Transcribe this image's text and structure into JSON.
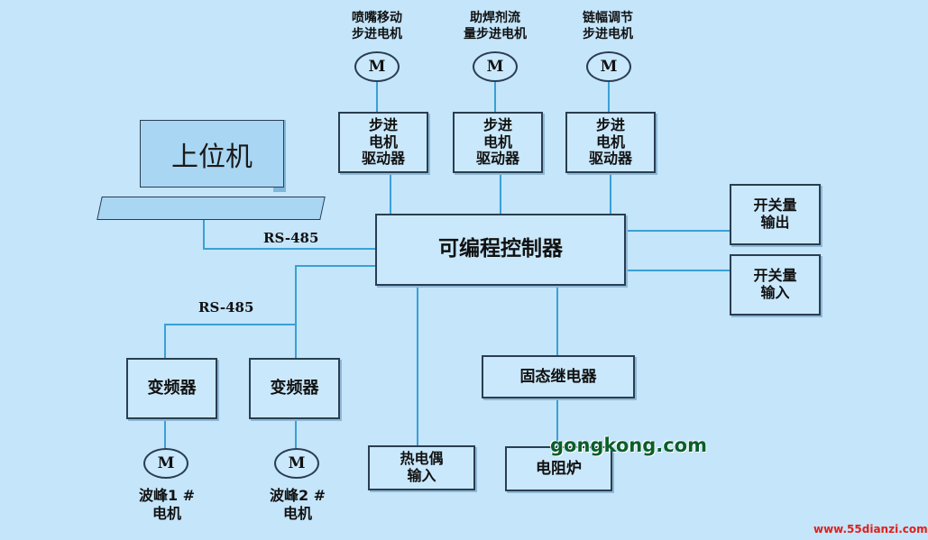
{
  "diagram": {
    "host_pc": "上位机",
    "plc": "可编程控制器",
    "rs485_top": "RS-485",
    "rs485_left": "RS-485",
    "motor_symbol": "M",
    "top_motors": [
      {
        "line1": "喷嘴移动",
        "line2": "步进电机"
      },
      {
        "line1": "助焊剂流",
        "line2": "量步进电机"
      },
      {
        "line1": "链幅调节",
        "line2": "步进电机"
      }
    ],
    "driver": {
      "line1": "步进",
      "line2": "电机",
      "line3": "驱动器"
    },
    "switch_output": {
      "line1": "开关量",
      "line2": "输出"
    },
    "switch_input": {
      "line1": "开关量",
      "line2": "输入"
    },
    "inverter": "变频器",
    "wave_motors": [
      {
        "line1": "波峰1 #",
        "line2": "电机"
      },
      {
        "line1": "波峰2 #",
        "line2": "电机"
      }
    ],
    "thermocouple": {
      "line1": "热电偶",
      "line2": "输入"
    },
    "ssr": "固态继电器",
    "furnace": "电阻炉"
  },
  "watermarks": {
    "center": "gongkong.com",
    "corner": "www.55dianzi.com"
  },
  "colors": {
    "background": "#c4e5fa",
    "wire": "#3aa0d6",
    "border": "#2a3d52",
    "watermark_green": "#0a5e2a",
    "watermark_red": "#e0201a"
  }
}
